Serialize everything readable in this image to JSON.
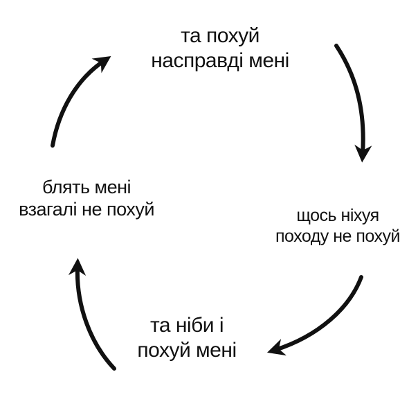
{
  "cycle": [
    {
      "lines": [
        "та похуй",
        "насправді мені"
      ]
    },
    {
      "lines": [
        "щось ніхуя",
        "походу не похуй"
      ]
    },
    {
      "lines": [
        "та ніби і",
        "похуй мені"
      ]
    },
    {
      "lines": [
        "блять мені",
        "взагалі не похуй"
      ]
    }
  ],
  "colors": {
    "ink": "#111111",
    "background": "#ffffff"
  }
}
